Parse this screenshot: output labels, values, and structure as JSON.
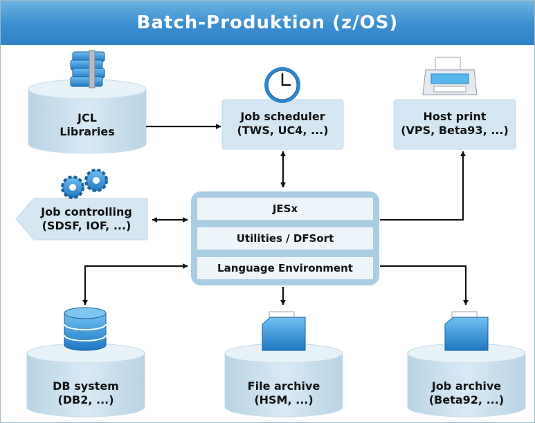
{
  "title": "Batch-Produktion (z/OS)",
  "nodes": {
    "jcl": {
      "line1": "JCL",
      "line2": "Libraries"
    },
    "scheduler": {
      "line1": "Job scheduler",
      "line2": "(TWS, UC4, ...)"
    },
    "print": {
      "line1": "Host print",
      "line2": "(VPS, Beta93, ...)"
    },
    "controlling": {
      "line1": "Job controlling",
      "line2": "(SDSF, IOF, ...)"
    },
    "db": {
      "line1": "DB system",
      "line2": "(DB2, ...)"
    },
    "file_archive": {
      "line1": "File archive",
      "line2": "(HSM, ...)"
    },
    "job_archive": {
      "line1": "Job archive",
      "line2": "(Beta92, ...)"
    }
  },
  "hub": {
    "rows": [
      "JESx",
      "Utilities / DFSort",
      "Language Environment"
    ]
  },
  "icons": {
    "jcl": "stacked-books-icon",
    "scheduler": "clock-icon",
    "print": "printer-icon",
    "controlling": "gears-icon",
    "db": "database-icon",
    "file_archive": "folder-icon",
    "job_archive": "folder-icon"
  },
  "colors": {
    "title_bar": "#3a8ed0",
    "node_fill": "#d4e6f1",
    "node_shadow": "#b3cfe0",
    "hub_border": "#a9cde2",
    "hub_row": "#eef5fa",
    "arrow": "#111111",
    "icon_blue": "#2f8fd3"
  }
}
